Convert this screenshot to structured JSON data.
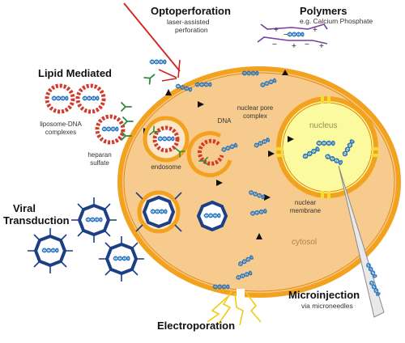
{
  "labels": {
    "optoperforation": "Optoperforation",
    "opto_sub1": "laser-assisted",
    "opto_sub2": "perforation",
    "polymers": "Polymers",
    "polymers_sub": "e.g. Calcium Phosphate",
    "lipid": "Lipid Mediated",
    "liposome1": "liposome-DNA",
    "liposome2": "complexes",
    "heparan1": "heparan",
    "heparan2": "sulfate",
    "endosome": "endosome",
    "dna": "DNA",
    "pore1": "nuclear pore",
    "pore2": "complex",
    "nucleus": "nucleus",
    "membrane1": "nuclear",
    "membrane2": "membrane",
    "viral1": "Viral",
    "viral2": "Transduction",
    "cytosol": "cytosol",
    "microinjection": "Microinjection",
    "micro_sub": "via microneedles",
    "electroporation": "Electroporation"
  },
  "polymer_signs": [
    "+",
    "−",
    "+",
    "−",
    "+",
    "−",
    "+"
  ],
  "colors": {
    "membrane": "#f3a21f",
    "cytoplasm": "#f7cb8d",
    "nucleus_fill": "#fbfa9e",
    "dna": "#2e78c2",
    "virus": "#1c3f86",
    "liposome_red": "#d23a2e",
    "heparan": "#2f8a3a",
    "polymer": "#7a3ea0",
    "laser": "#d42121",
    "electro": "#f0cc13"
  }
}
